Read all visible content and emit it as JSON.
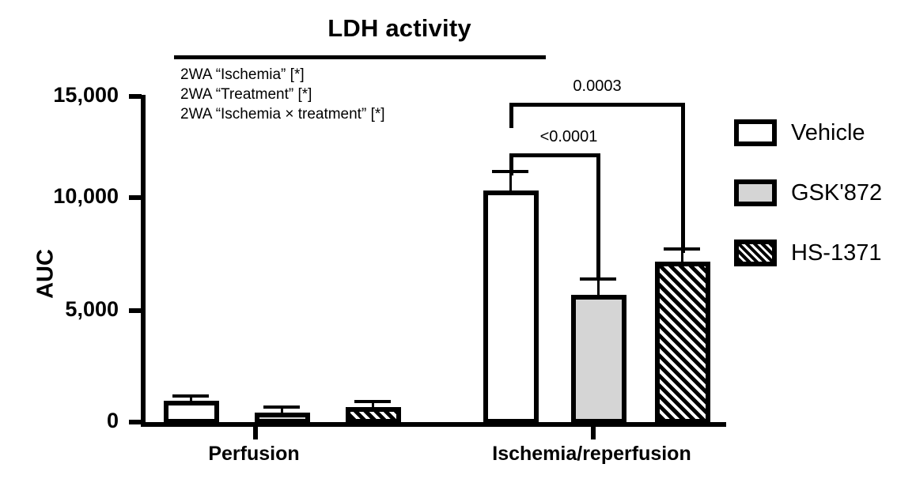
{
  "chart_data": {
    "type": "bar",
    "title": "LDH activity",
    "xlabel": "",
    "ylabel": "AUC",
    "categories": [
      "Perfusion",
      "Ischemia/reperfusion"
    ],
    "ylim": [
      0,
      15000
    ],
    "yticks": [
      0,
      5000,
      10000,
      15000
    ],
    "ytick_labels": [
      "0",
      "5,000",
      "10,000",
      "15,000"
    ],
    "grid": false,
    "legend_position": "right",
    "series": [
      {
        "name": "Vehicle",
        "fill": "white",
        "values": [
          1000,
          10300
        ],
        "errors": [
          180,
          800
        ]
      },
      {
        "name": "GSK'872",
        "fill": "lightgray",
        "values": [
          450,
          5700
        ],
        "errors": [
          130,
          650
        ]
      },
      {
        "name": "HS-1371",
        "fill": "black-hatched",
        "values": [
          700,
          7150
        ],
        "errors": [
          130,
          480
        ]
      }
    ],
    "annotations": {
      "stats_lines": [
        "2WA “Ischemia” [*]",
        "2WA “Treatment” [*]",
        "2WA “Ischemia × treatment” [*]"
      ],
      "brackets": [
        {
          "label": "0.0003",
          "from": "Ischemia/reperfusion Vehicle",
          "to": "Ischemia/reperfusion HS-1371"
        },
        {
          "label": "<0.0001",
          "from": "Ischemia/reperfusion Vehicle",
          "to": "Ischemia/reperfusion GSK'872"
        }
      ]
    }
  },
  "colors": {
    "axis": "#000000",
    "bar_outline": "#000000",
    "vehicle_fill": "#ffffff",
    "gsk_fill": "#d5d5d5",
    "hs_fill": "#000000",
    "background": "#ffffff"
  }
}
